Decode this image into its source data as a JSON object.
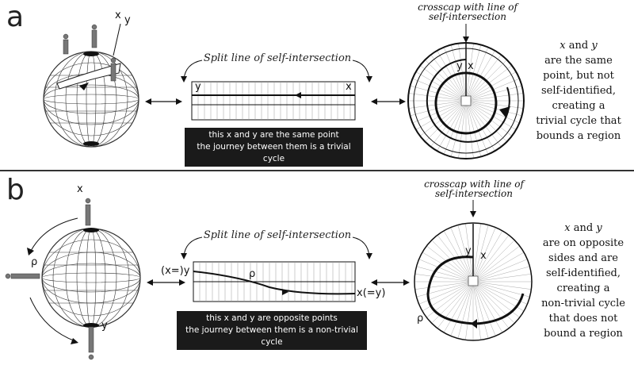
{
  "panel_a": {
    "letter": "a",
    "sphere_labels": {
      "x": "x",
      "y": "y"
    },
    "split_caption": "Split line of self-intersection",
    "strip_labels": {
      "left": "y",
      "right": "x"
    },
    "box_line1": "this x and y are the same point",
    "box_line2": "the journey between them is a trivial cycle",
    "crosscap_caption_1": "crosscap with line of",
    "crosscap_caption_2": "self-intersection",
    "crosscap_labels": {
      "y": "y",
      "x": "x"
    },
    "side_text": {
      "l1_x": "x",
      "l1_and": " and ",
      "l1_y": "y",
      "l2": "are the same",
      "l3": "point, but not",
      "l4": "self-identified,",
      "l5": "creating a",
      "l6": "trivial cycle that",
      "l7": "bounds a region"
    }
  },
  "panel_b": {
    "letter": "b",
    "sphere_labels": {
      "x": "x",
      "rho": "ρ",
      "y": "y"
    },
    "split_caption": "Split line of self-intersection",
    "strip_labels": {
      "left": "(x=)y",
      "rho": "ρ",
      "right": "x(=y)"
    },
    "box_line1": "this x and y are opposite points",
    "box_line2": "the journey between them is a non-trivial cycle",
    "crosscap_caption_1": "crosscap with line of",
    "crosscap_caption_2": "self-intersection",
    "crosscap_labels": {
      "y": "y",
      "x": "x",
      "rho": "ρ"
    },
    "side_text": {
      "l1_x": "x",
      "l1_and": " and ",
      "l1_y": "y",
      "l2": "are on opposite",
      "l3": "sides and are",
      "l4": "self-identified,",
      "l5": "creating a",
      "l6": "non-trivial cycle",
      "l7": "that does not",
      "l8": "bound a region"
    }
  }
}
